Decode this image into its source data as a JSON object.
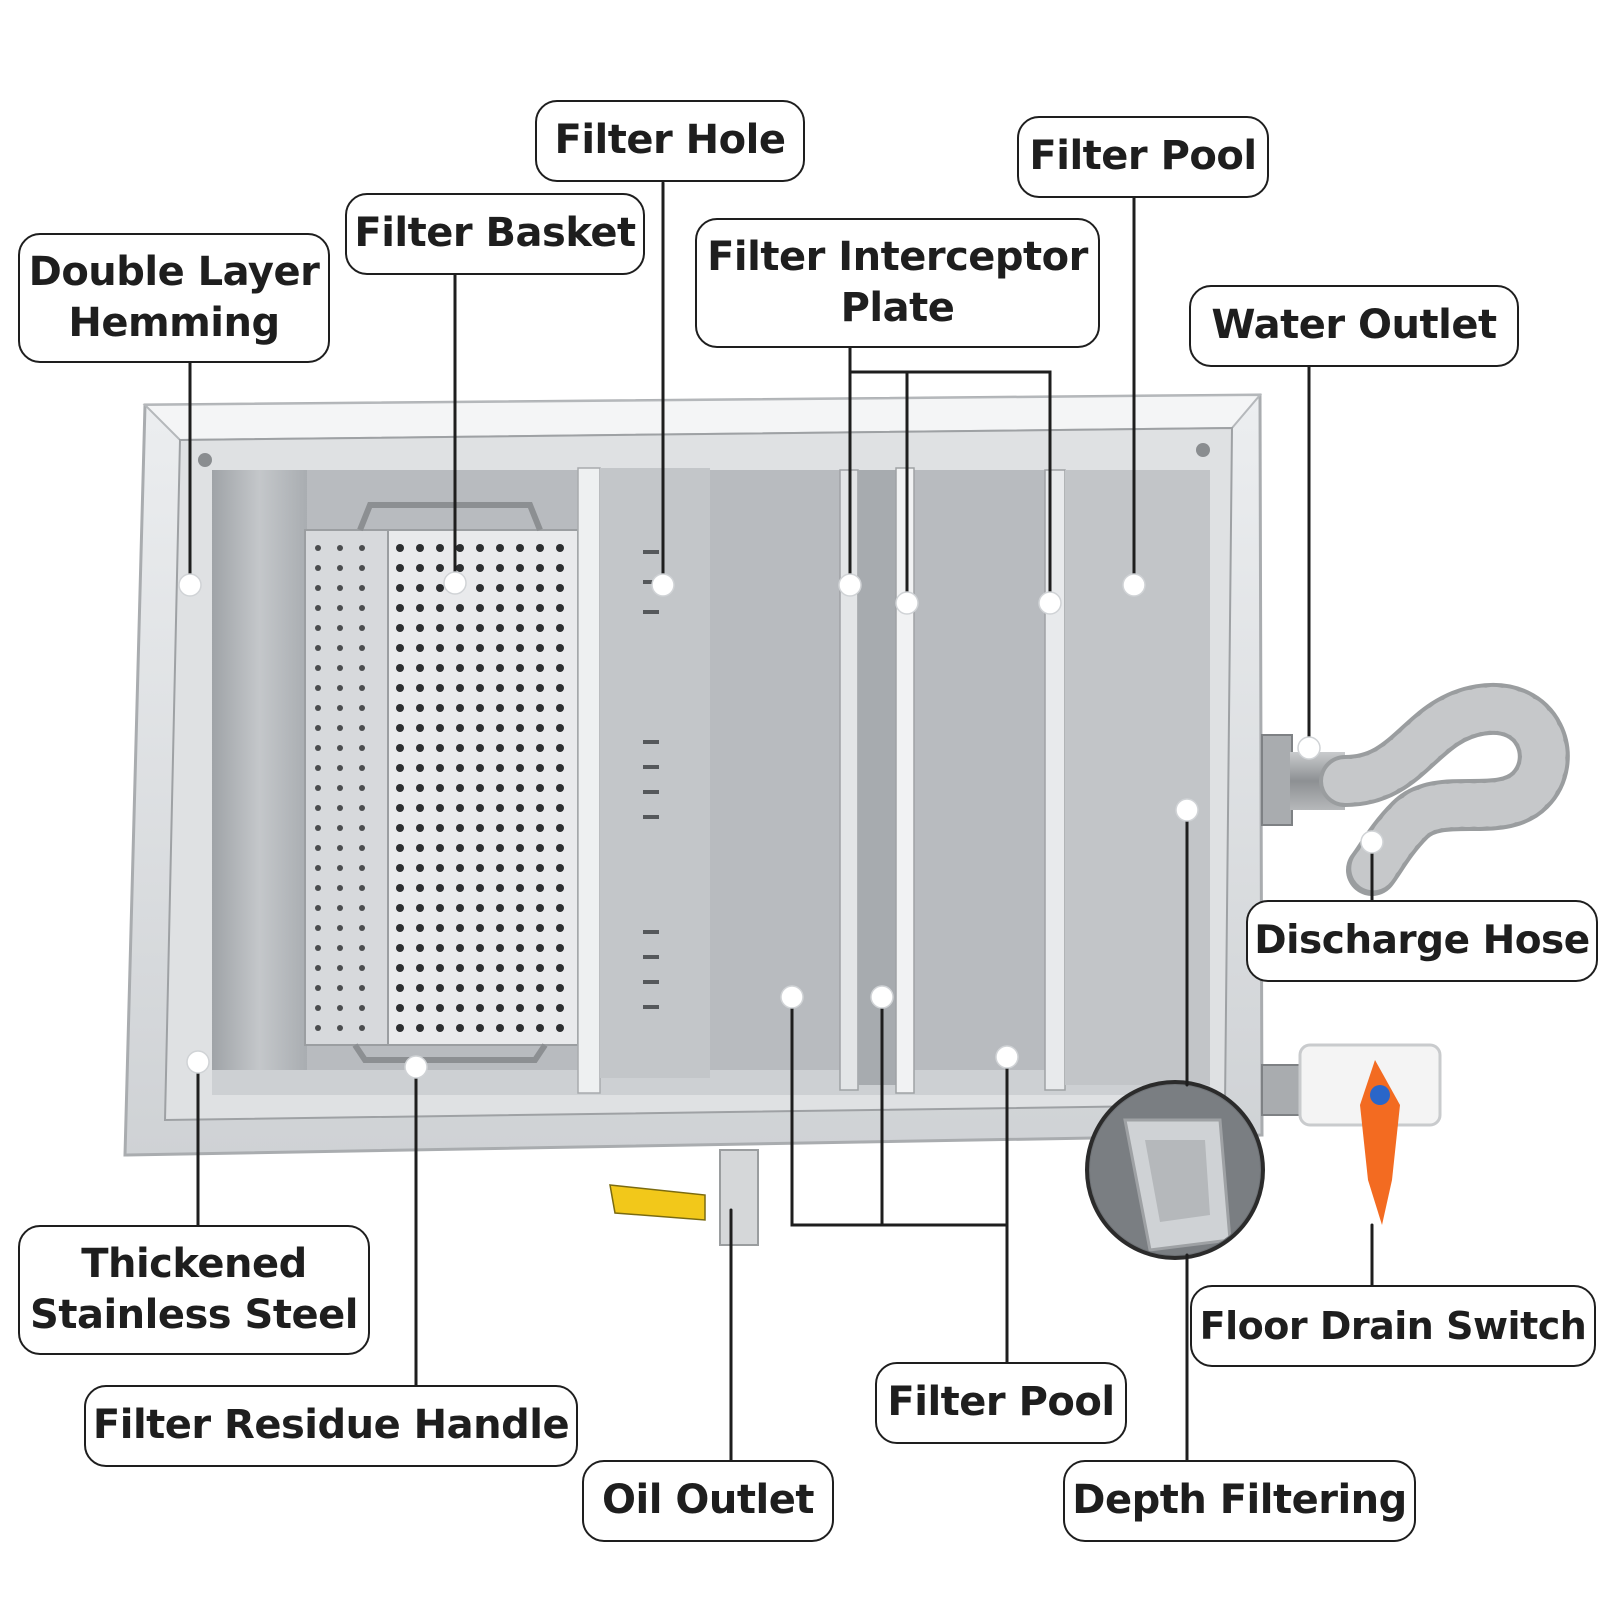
{
  "labels": {
    "double_layer_hemming": [
      "Double Layer",
      "Hemming"
    ],
    "filter_basket": "Filter Basket",
    "filter_hole": "Filter Hole",
    "filter_interceptor_plate": [
      "Filter Interceptor",
      "Plate"
    ],
    "filter_pool_top": "Filter Pool",
    "water_outlet": "Water Outlet",
    "discharge_hose": "Discharge Hose",
    "floor_drain_switch": "Floor Drain Switch",
    "depth_filtering": "Depth Filtering",
    "filter_pool_bottom": "Filter Pool",
    "oil_outlet": "Oil Outlet",
    "filter_residue_handle": "Filter Residue Handle",
    "thickened_stainless_steel": [
      "Thickened",
      "Stainless Steel"
    ]
  },
  "colors": {
    "steel_frame": "#d9dcdf",
    "tank_interior": "#b9bcc0",
    "basket": "#e6e7e9",
    "leader_line": "#1e1e1e",
    "valve_handle": "#f36b21",
    "oil_valve_handle": "#f2c81a"
  }
}
